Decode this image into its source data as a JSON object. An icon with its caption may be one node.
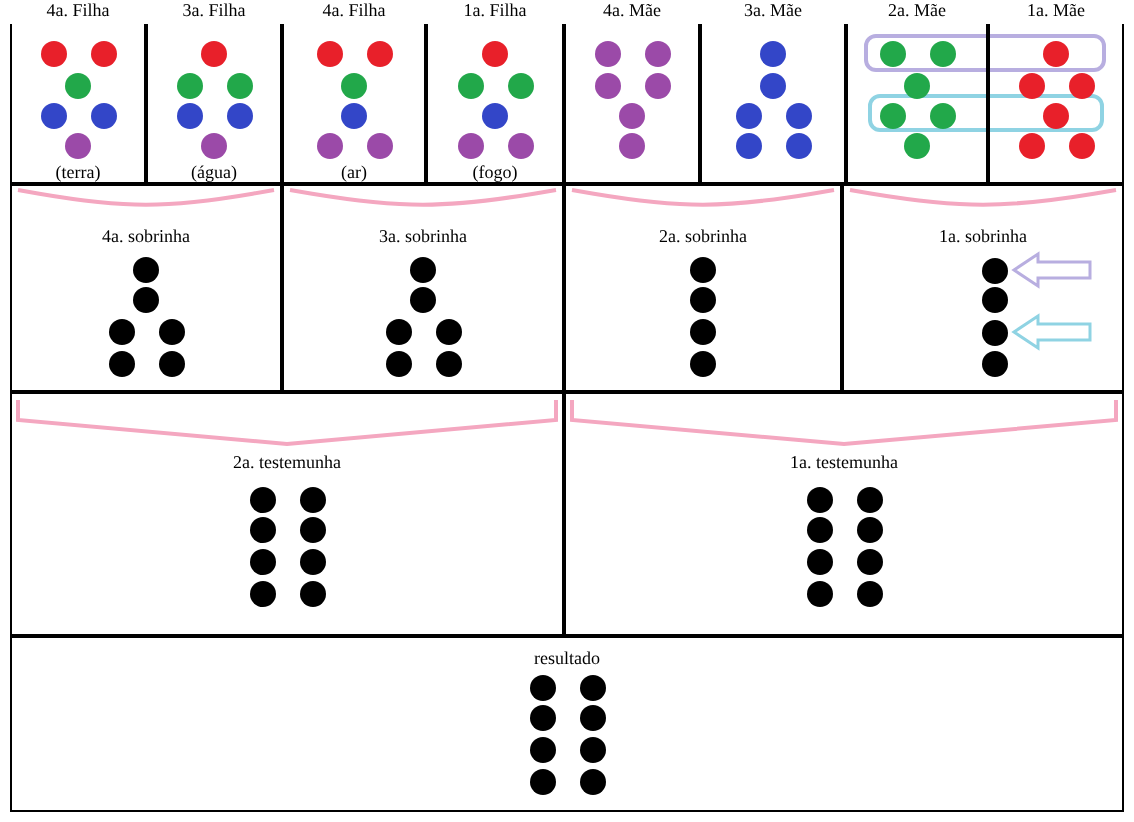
{
  "diagram": {
    "nodes": [
      {
        "text": [
          "4a. Filha",
          "(terra)"
        ]
      },
      {
        "text": [
          "3a. Filha",
          "(água)"
        ]
      },
      {
        "text": [
          "4a. Filha",
          "(ar)"
        ]
      },
      {
        "text": [
          "1a. Filha",
          "(fogo)"
        ]
      },
      {
        "text": [
          "4a. Mãe"
        ]
      },
      {
        "text": [
          "3a. Mãe"
        ]
      },
      {
        "text": [
          "2a. Mãe"
        ]
      },
      {
        "text": [
          "1a. Mãe"
        ]
      },
      {
        "text": [
          "4a. sobrinha"
        ]
      },
      {
        "text": [
          "3a. sobrinha"
        ]
      },
      {
        "text": [
          "2a. sobrinha"
        ]
      },
      {
        "text": [
          "1a. sobrinha"
        ]
      },
      {
        "text": [
          "2a. testemunha"
        ]
      },
      {
        "text": [
          "1a. testemunha"
        ]
      },
      {
        "text": [
          "resultado"
        ]
      },
      {
        "text": [],
        "shape": "circle",
        "in": 11
      },
      {
        "text": [],
        "shape": "circle",
        "in": 11
      }
    ],
    "edges": [
      {
        "from": null,
        "to": 15,
        "arrow": "to",
        "color": "#b8aee0"
      },
      {
        "from": null,
        "to": 16,
        "arrow": "to",
        "color": "#8fd3e3"
      }
    ]
  }
}
